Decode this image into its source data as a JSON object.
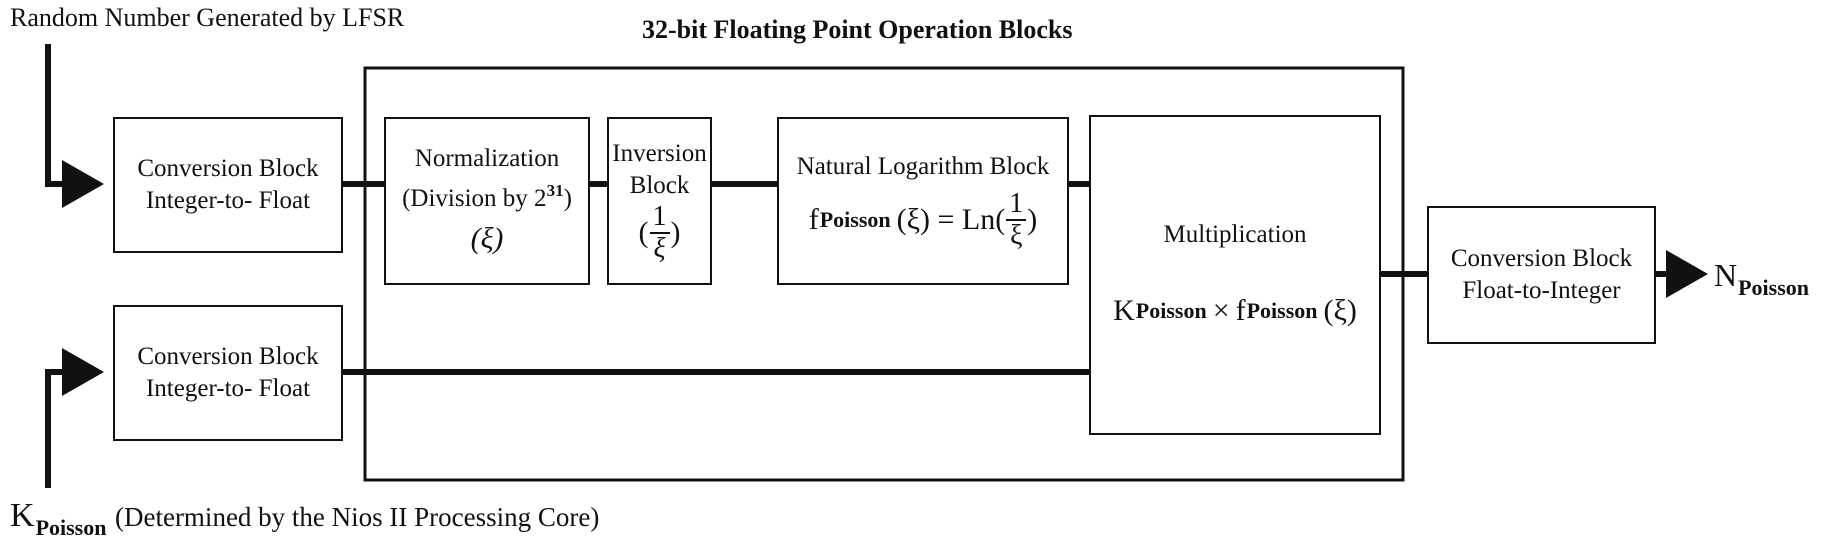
{
  "title": "32-bit Floating Point Operation Blocks",
  "inputs": {
    "random_label": "Random Number Generated by LFSR",
    "k_main": "K",
    "k_sub": "Poisson",
    "k_desc": "(Determined by the Nios II Processing Core)"
  },
  "blocks": {
    "conv_top": {
      "line1": "Conversion Block",
      "line2": "Integer-to- Float"
    },
    "conv_bottom": {
      "line1": "Conversion Block",
      "line2": "Integer-to- Float"
    },
    "normalization": {
      "line1": "Normalization",
      "line2_pre": "(Division by 2",
      "line2_sup": "31",
      "line2_post": ")",
      "symbol": "(ξ)"
    },
    "inversion": {
      "line1": "Inversion",
      "line2": "Block",
      "paren_open": "(",
      "num": "1",
      "den": "ξ",
      "paren_close": ")"
    },
    "natural_log": {
      "line1": "Natural Logarithm Block",
      "f": "f",
      "f_sub": "Poisson",
      "arg": "(ξ) = Ln(",
      "num": "1",
      "den": "ξ",
      "close": ")"
    },
    "multiplication": {
      "line1": "Multiplication",
      "k": "K",
      "k_sub": "Poisson",
      "times": "×",
      "f": "f",
      "f_sub": "Poisson",
      "arg": "(ξ)"
    },
    "conv_out": {
      "line1": "Conversion Block",
      "line2": "Float-to-Integer"
    }
  },
  "output": {
    "main": "N",
    "sub": "Poisson"
  }
}
